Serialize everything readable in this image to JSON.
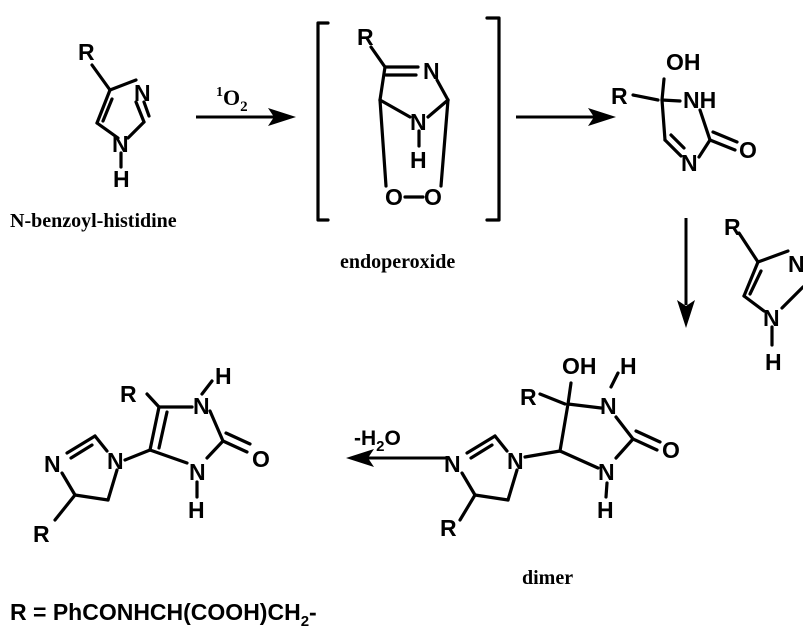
{
  "atoms": {
    "R": "R",
    "N": "N",
    "H": "H",
    "NH": "NH",
    "OH": "OH",
    "O": "O"
  },
  "labels": {
    "reactant": "N-benzoyl-histidine",
    "intermediate": "endoperoxide",
    "dimer": "dimer"
  },
  "conditions": {
    "singlet_oxygen": {
      "superscript": "1",
      "base": "O",
      "subscript": "2"
    },
    "dehydration": {
      "prefix": "-H",
      "subscript": "2",
      "suffix": "O"
    }
  },
  "r_definition": {
    "main": "R = PhCONHCH(COOH)CH",
    "subscript": "2",
    "suffix": "-"
  }
}
